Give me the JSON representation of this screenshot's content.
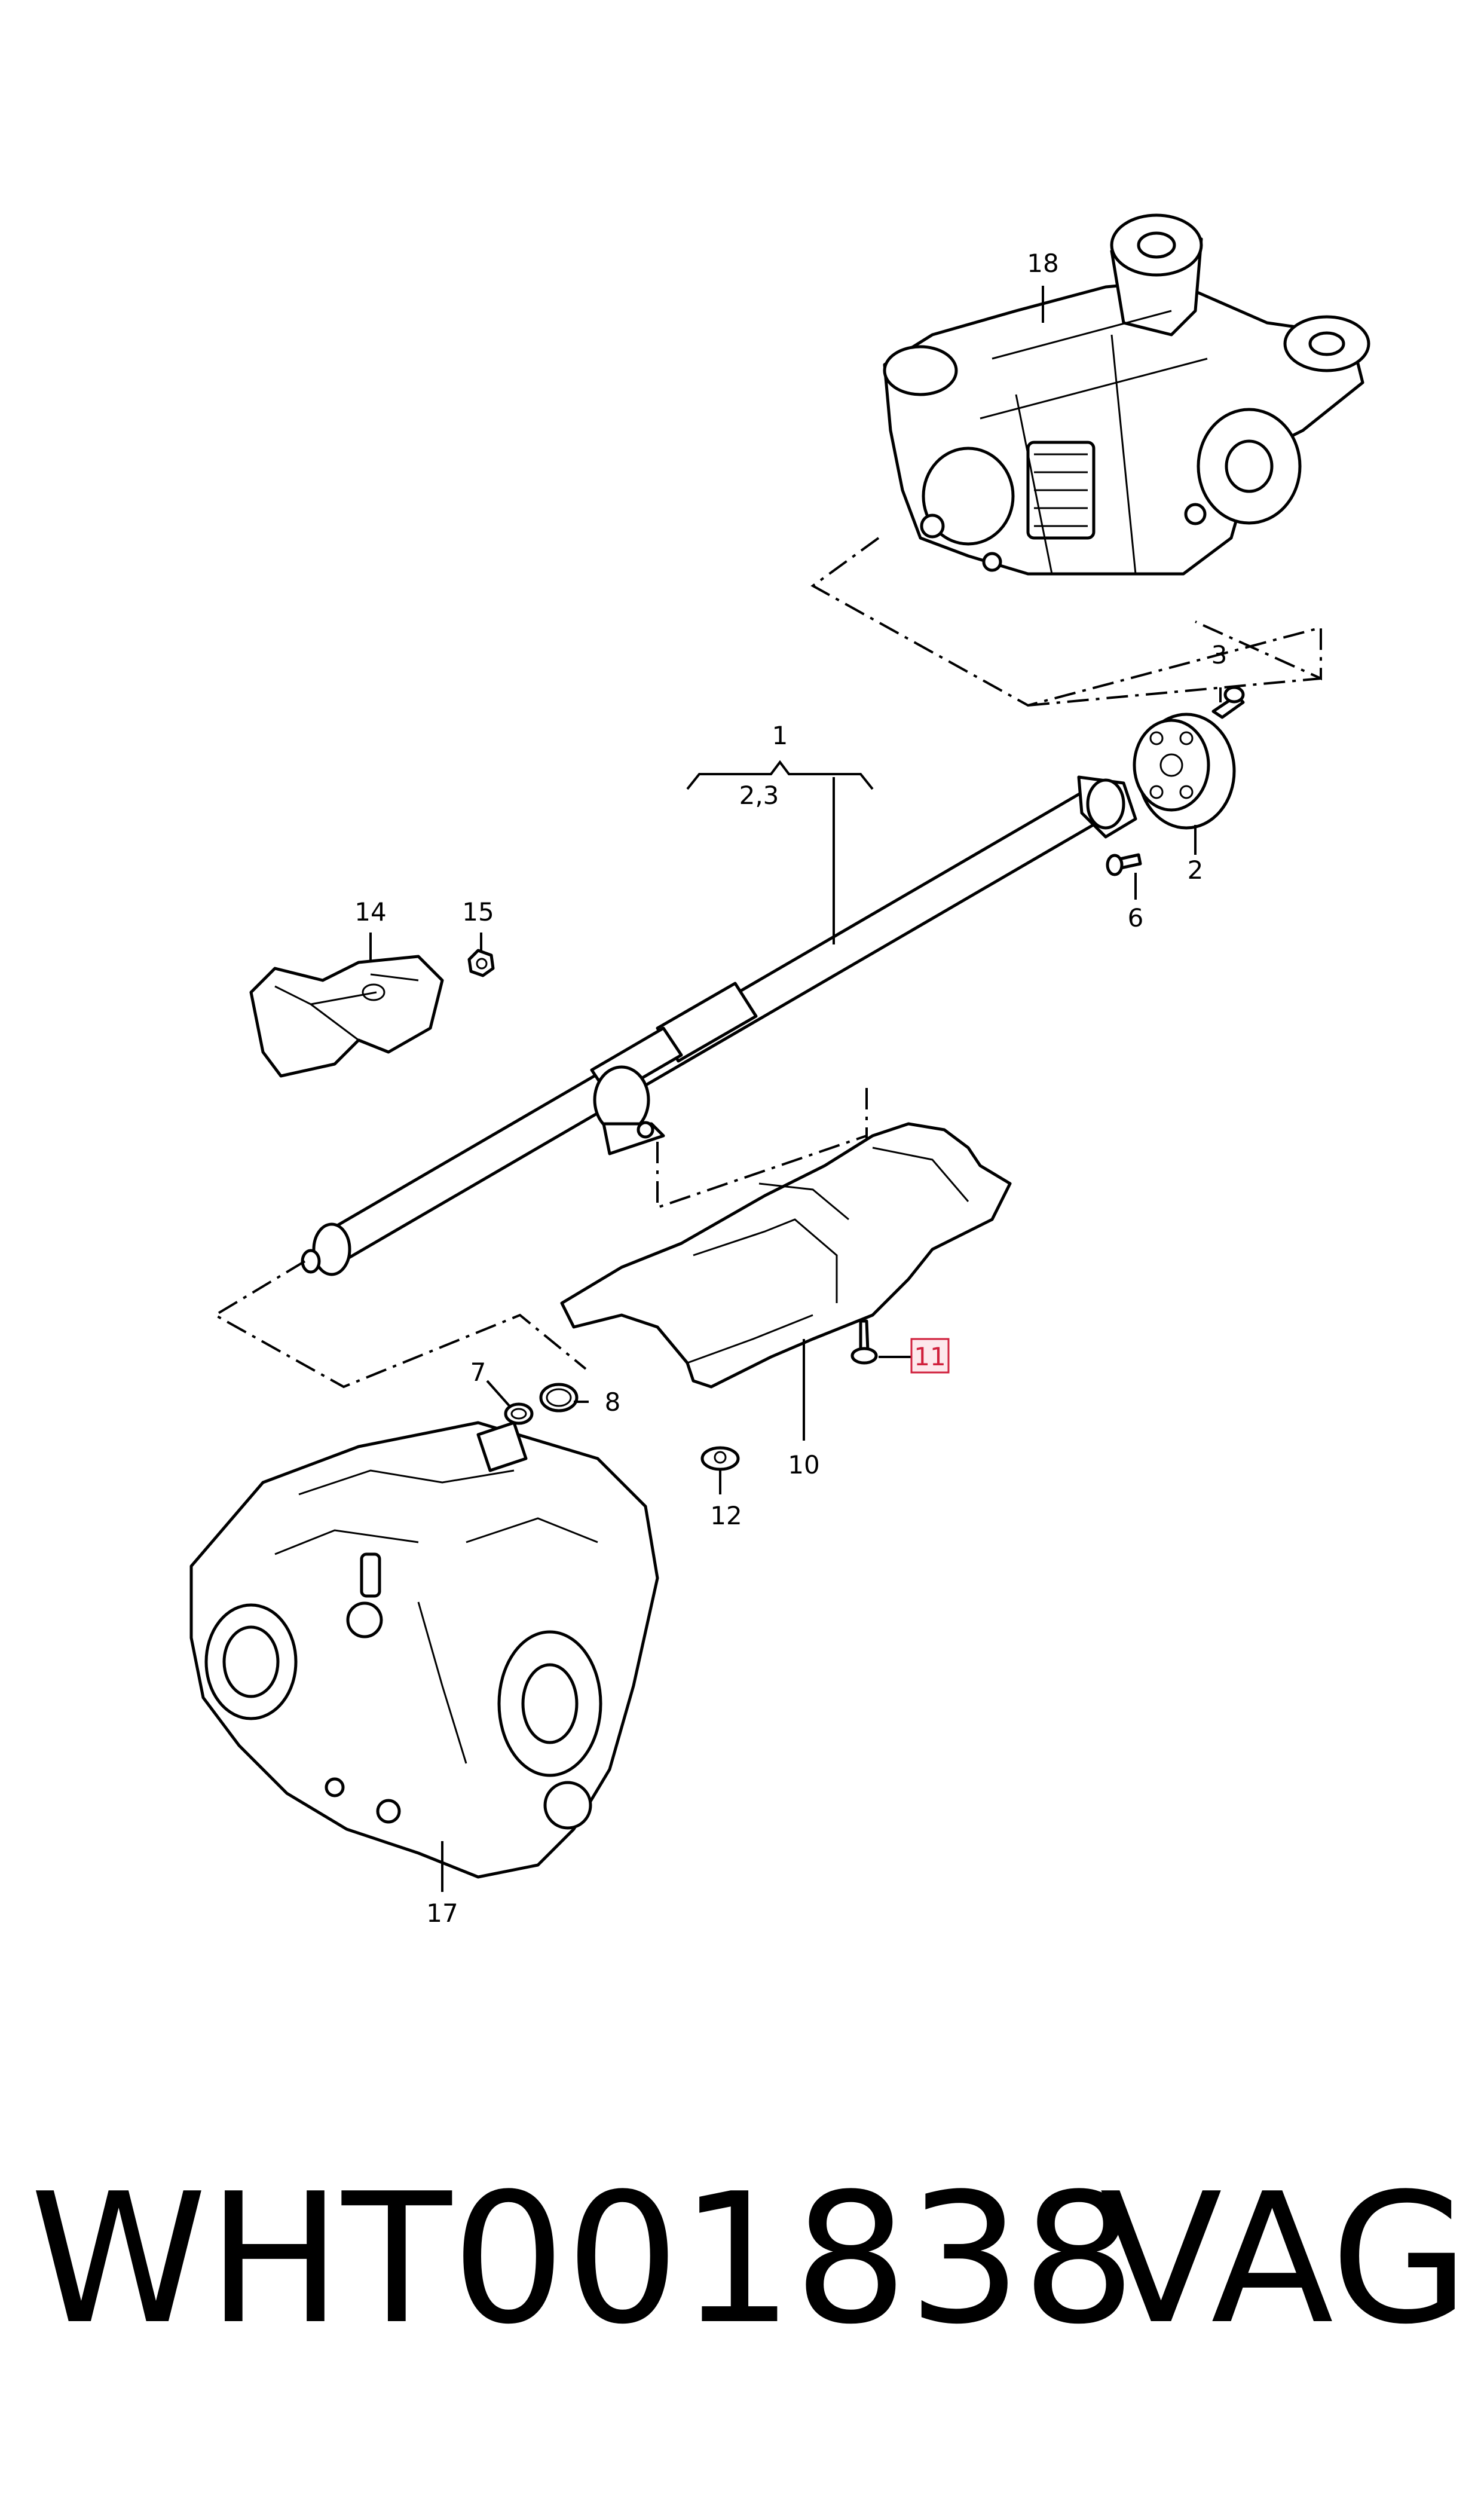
{
  "callouts": {
    "c1": "1",
    "c2_3": "2,3",
    "c2": "2",
    "c3": "3",
    "c6": "6",
    "c7": "7",
    "c8": "8",
    "c10": "10",
    "c11": "11",
    "c12": "12",
    "c14": "14",
    "c15": "15",
    "c17": "17",
    "c18": "18"
  },
  "highlighted_callout": "11",
  "colors": {
    "highlight_stroke": "#d0203c",
    "highlight_fill": "#fde8ec",
    "line": "#000000"
  },
  "footer": {
    "part_number": "WHT001838",
    "brand": "VAG"
  }
}
